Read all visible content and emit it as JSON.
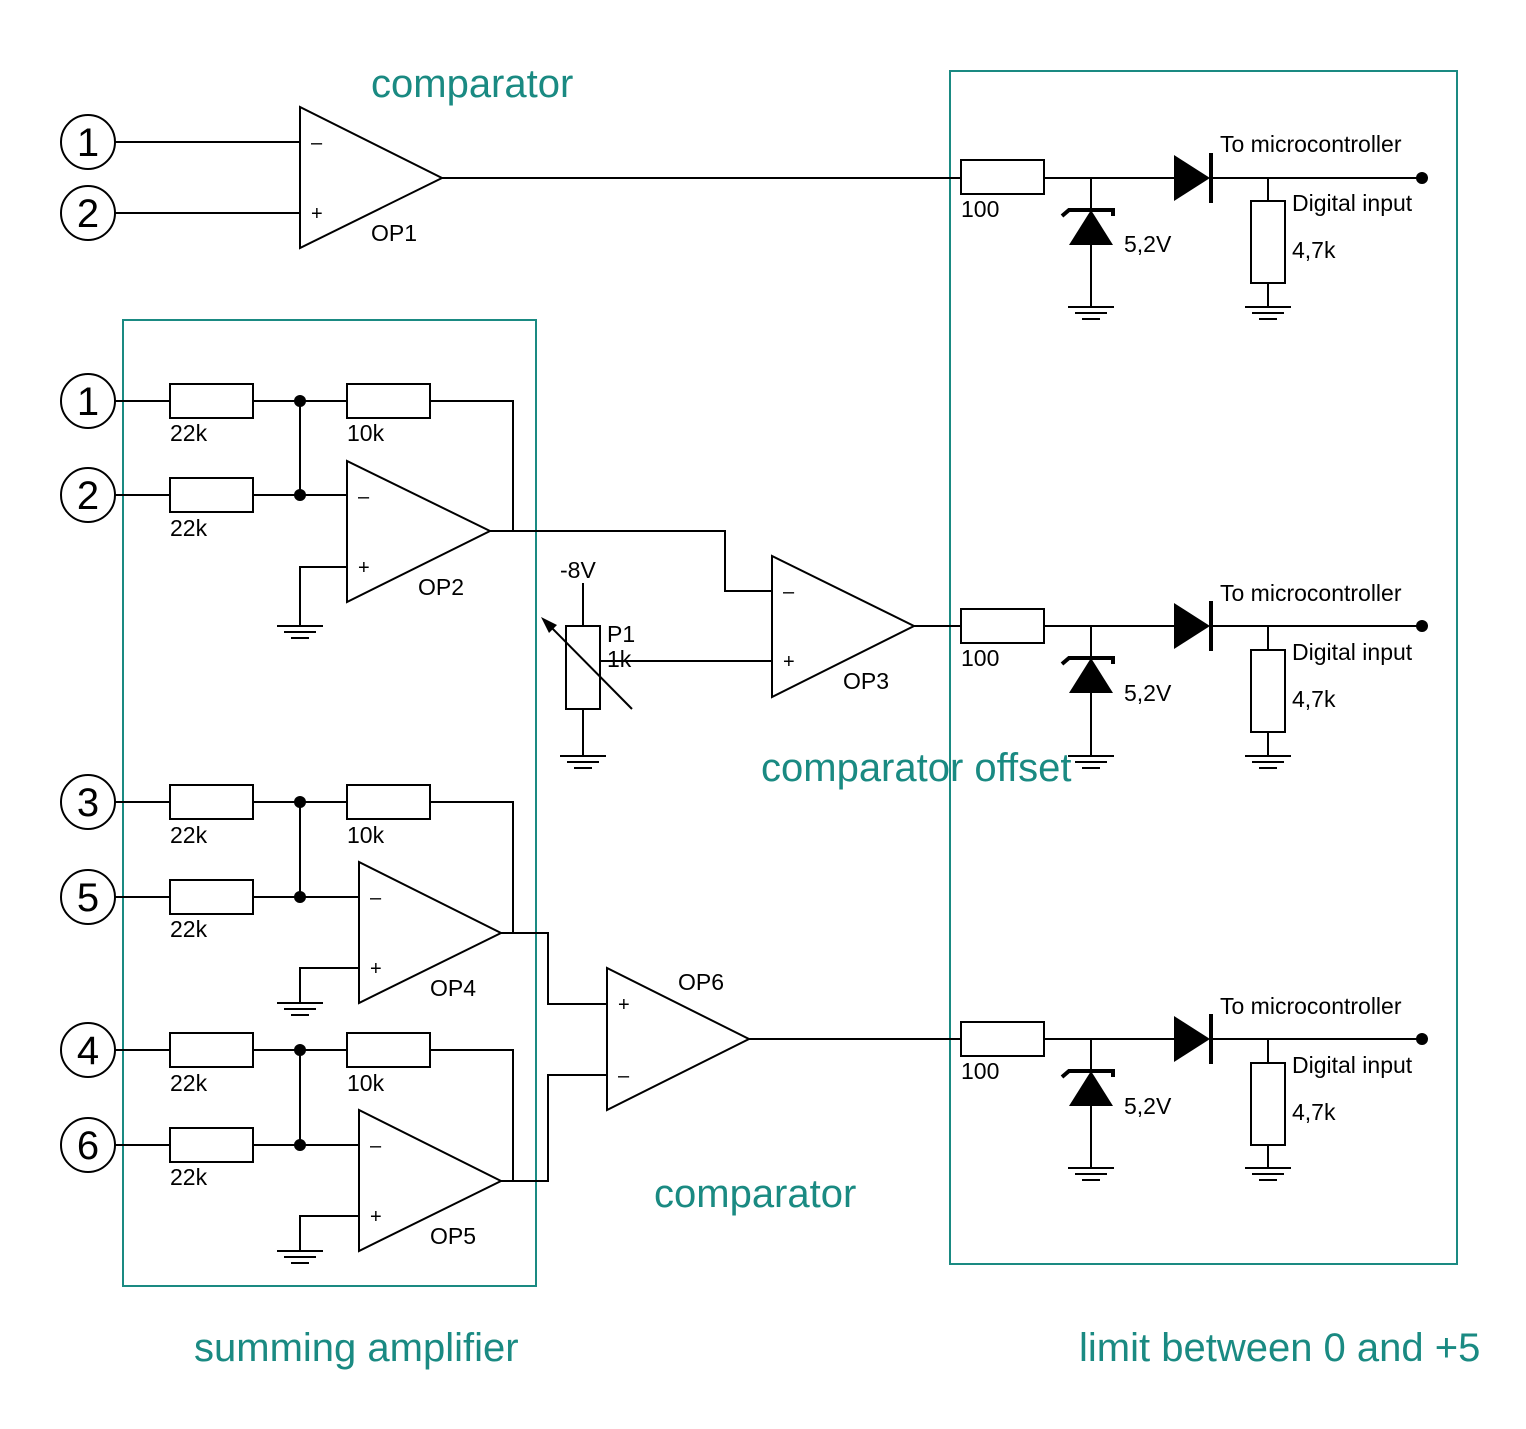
{
  "sections": {
    "comparator_top": "comparator",
    "comparator_offset": "comparator offset",
    "comparator_bottom": "comparator",
    "summing_amplifier": "summing amplifier",
    "limiter": "limit between 0 and +5"
  },
  "inputs": {
    "n1": "1",
    "n2": "2",
    "n1b": "1",
    "n2b": "2",
    "n3": "3",
    "n5": "5",
    "n4": "4",
    "n6": "6"
  },
  "opamps": {
    "op1": "OP1",
    "op2": "OP2",
    "op3": "OP3",
    "op4": "OP4",
    "op5": "OP5",
    "op6": "OP6"
  },
  "pins": {
    "minus": "–",
    "plus": "+"
  },
  "summing": {
    "input_resistor": "22k",
    "feedback_resistor": "10k"
  },
  "offset": {
    "supply": "-8V",
    "pot_name": "P1",
    "pot_value": "1k"
  },
  "limiter": {
    "series_resistor": "100",
    "zener": "5,2V",
    "destination": "To microcontroller",
    "input_type": "Digital input",
    "pulldown": "4,7k"
  }
}
